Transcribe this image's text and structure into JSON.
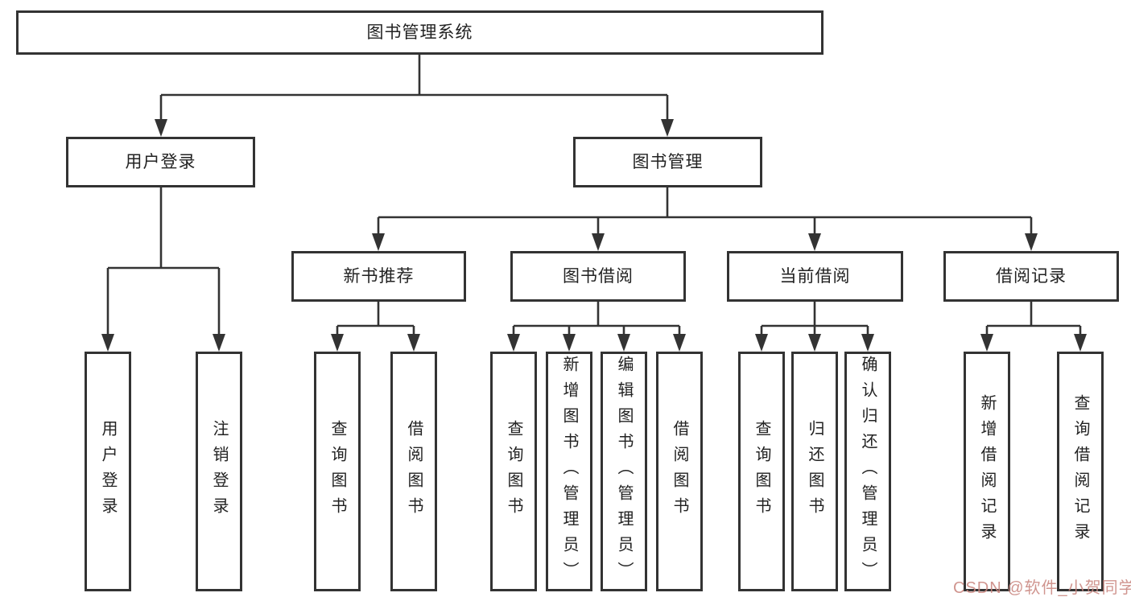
{
  "tree": {
    "root": "图书管理系统",
    "branches": [
      {
        "label": "用户登录",
        "leaves": [
          "用户登录",
          "注销登录"
        ]
      },
      {
        "label": "图书管理",
        "groups": [
          {
            "label": "新书推荐",
            "leaves": [
              "查询图书",
              "借阅图书"
            ]
          },
          {
            "label": "图书借阅",
            "leaves": [
              "查询图书",
              "新增图书（管理员）",
              "编辑图书（管理员）",
              "借阅图书"
            ]
          },
          {
            "label": "当前借阅",
            "leaves": [
              "查询图书",
              "归还图书",
              "确认归还（管理员）"
            ]
          },
          {
            "label": "借阅记录",
            "leaves": [
              "新增借阅记录",
              "查询借阅记录"
            ]
          }
        ]
      }
    ]
  },
  "watermark": {
    "text": "CSDN @软件_小贺同学"
  },
  "colors": {
    "line": "#333333",
    "box_border": "#333333",
    "box_bg": "#ffffff",
    "watermark": "#c9867f"
  }
}
